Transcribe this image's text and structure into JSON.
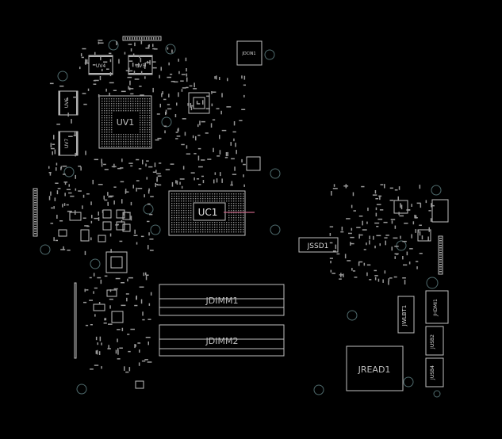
{
  "board": {
    "background": "#000000",
    "outline_color": "#bfbfbf",
    "pad_color": "#9a9a9a",
    "hole_color": "#4f6b6d",
    "probe_color": "#c06080"
  },
  "components": {
    "uv4": "UV4",
    "uv5": "UV5",
    "uv6": "UV6",
    "uv7": "UV7",
    "uv1": "UV1",
    "uc1": "UC1",
    "jdimm1": "JDIMM1",
    "jdimm2": "JDIMM2",
    "jssd1": "JSSD1",
    "jwlbt1": "JWLBT1",
    "jhdmi1": "JHDMI1",
    "jusb2": "JUSB2",
    "jusb4": "JUSB4",
    "jread1": "JREAD1",
    "jdcin1": "JDCIN1"
  }
}
